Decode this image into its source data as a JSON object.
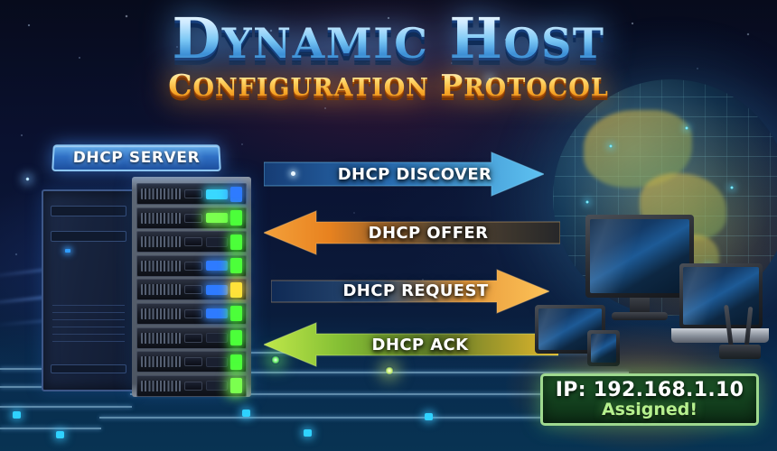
{
  "title": {
    "main_part1": "D",
    "main_part2": "YNAMIC",
    "main_part3": "H",
    "main_part4": "OST",
    "sub_part1": "C",
    "sub_part2": "ONFIGURATION",
    "sub_part3": "P",
    "sub_part4": "ROTOCOL"
  },
  "server": {
    "label": "DHCP SERVER"
  },
  "messages": [
    {
      "name": "dhcp-discover",
      "label": "DHCP DISCOVER",
      "direction": "right",
      "color_start": "#1d4a86",
      "color_end": "#49b6ec"
    },
    {
      "name": "dhcp-offer",
      "label": "DHCP OFFER",
      "direction": "left",
      "color_start": "#f0952f",
      "color_end": "#2a2b2e"
    },
    {
      "name": "dhcp-request",
      "label": "DHCP REQUEST",
      "direction": "right",
      "color_start": "#13305e",
      "color_end": "#f9b84a"
    },
    {
      "name": "dhcp-ack",
      "label": "DHCP ACK",
      "direction": "left",
      "color_start": "#b4e03c",
      "color_end": "#e0b52a"
    }
  ],
  "ip_panel": {
    "ip_line": "IP: 192.168.1.10",
    "status_line": "Assigned!",
    "border_color": "#9fd98f",
    "status_color": "#b6f08e"
  },
  "devices": [
    {
      "name": "desktop-monitor"
    },
    {
      "name": "laptop"
    },
    {
      "name": "tablet"
    },
    {
      "name": "smartphone"
    },
    {
      "name": "wifi-router"
    }
  ],
  "rack_slots": [
    {
      "big": "led-c",
      "stat": "led-b"
    },
    {
      "big": "led-g2",
      "stat": "led-g"
    },
    {
      "big": "led-off",
      "stat": "led-g"
    },
    {
      "big": "led-b",
      "stat": "led-g"
    },
    {
      "big": "led-b",
      "stat": "led-y"
    },
    {
      "big": "led-b",
      "stat": "led-g"
    },
    {
      "big": "led-off",
      "stat": "led-g"
    },
    {
      "big": "led-off",
      "stat": "led-g"
    },
    {
      "big": "led-off",
      "stat": "led-g2"
    }
  ],
  "colors": {
    "background": "#0a1130",
    "accent_blue": "#49b6ec",
    "accent_gold": "#ffd464"
  }
}
